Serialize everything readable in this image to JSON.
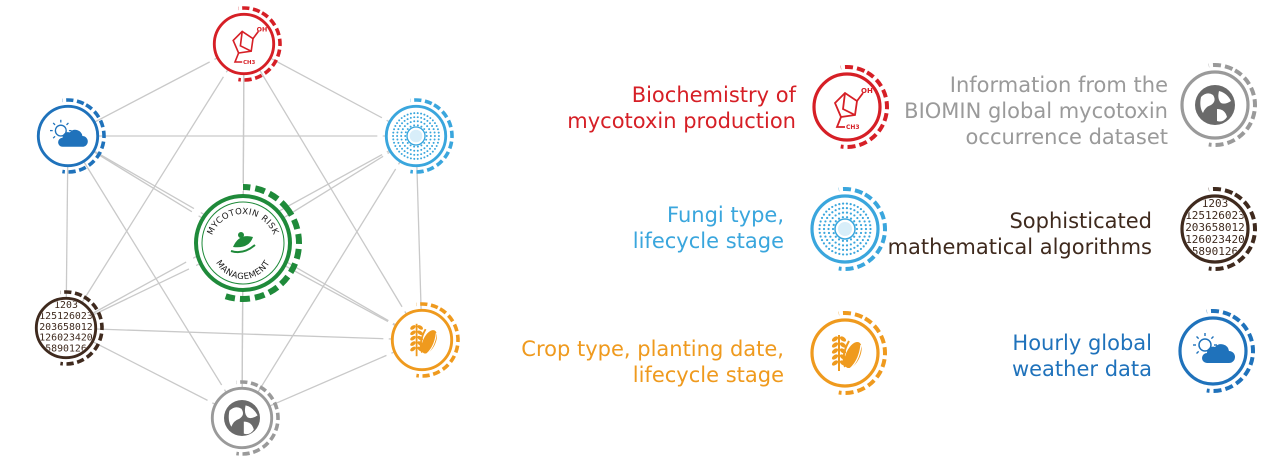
{
  "colors": {
    "red": "#d61f26",
    "cyan": "#3aa6dd",
    "orange": "#ef9a1e",
    "gray": "#9a9a9a",
    "brown": "#3f2a1e",
    "blue": "#1f72bb",
    "green": "#1f8a3a",
    "line": "#c9c9c9"
  },
  "center": {
    "text_top": "MYCOTOXIN RISK",
    "text_bottom": "MANAGEMENT"
  },
  "nodes": [
    {
      "id": "biochem",
      "icon": "molecule-icon",
      "color": "red"
    },
    {
      "id": "fungi",
      "icon": "fungi-spore-icon",
      "color": "cyan"
    },
    {
      "id": "crop",
      "icon": "wheat-corn-icon",
      "color": "orange"
    },
    {
      "id": "dataset",
      "icon": "globe-icon",
      "color": "gray"
    },
    {
      "id": "algorithms",
      "icon": "numbers-icon",
      "color": "brown"
    },
    {
      "id": "weather",
      "icon": "sun-cloud-icon",
      "color": "blue"
    }
  ],
  "number_lines": [
    "1203",
    "125126023",
    "203658012",
    "126023420",
    "5890126"
  ],
  "molecule": {
    "oh": "OH",
    "ch3": "CH3"
  },
  "legend": {
    "biochem": {
      "lines": [
        "Biochemistry of",
        "mycotoxin production"
      ]
    },
    "dataset": {
      "lines": [
        "Information from the",
        "BIOMIN global mycotoxin",
        "occurrence dataset"
      ]
    },
    "fungi": {
      "lines": [
        "Fungi type,",
        "lifecycle stage"
      ]
    },
    "algorithms": {
      "lines": [
        "Sophisticated",
        "mathematical algorithms"
      ]
    },
    "crop": {
      "lines": [
        "Crop type, planting date,",
        "lifecycle stage"
      ]
    },
    "weather": {
      "lines": [
        "Hourly global",
        "weather data"
      ]
    }
  }
}
